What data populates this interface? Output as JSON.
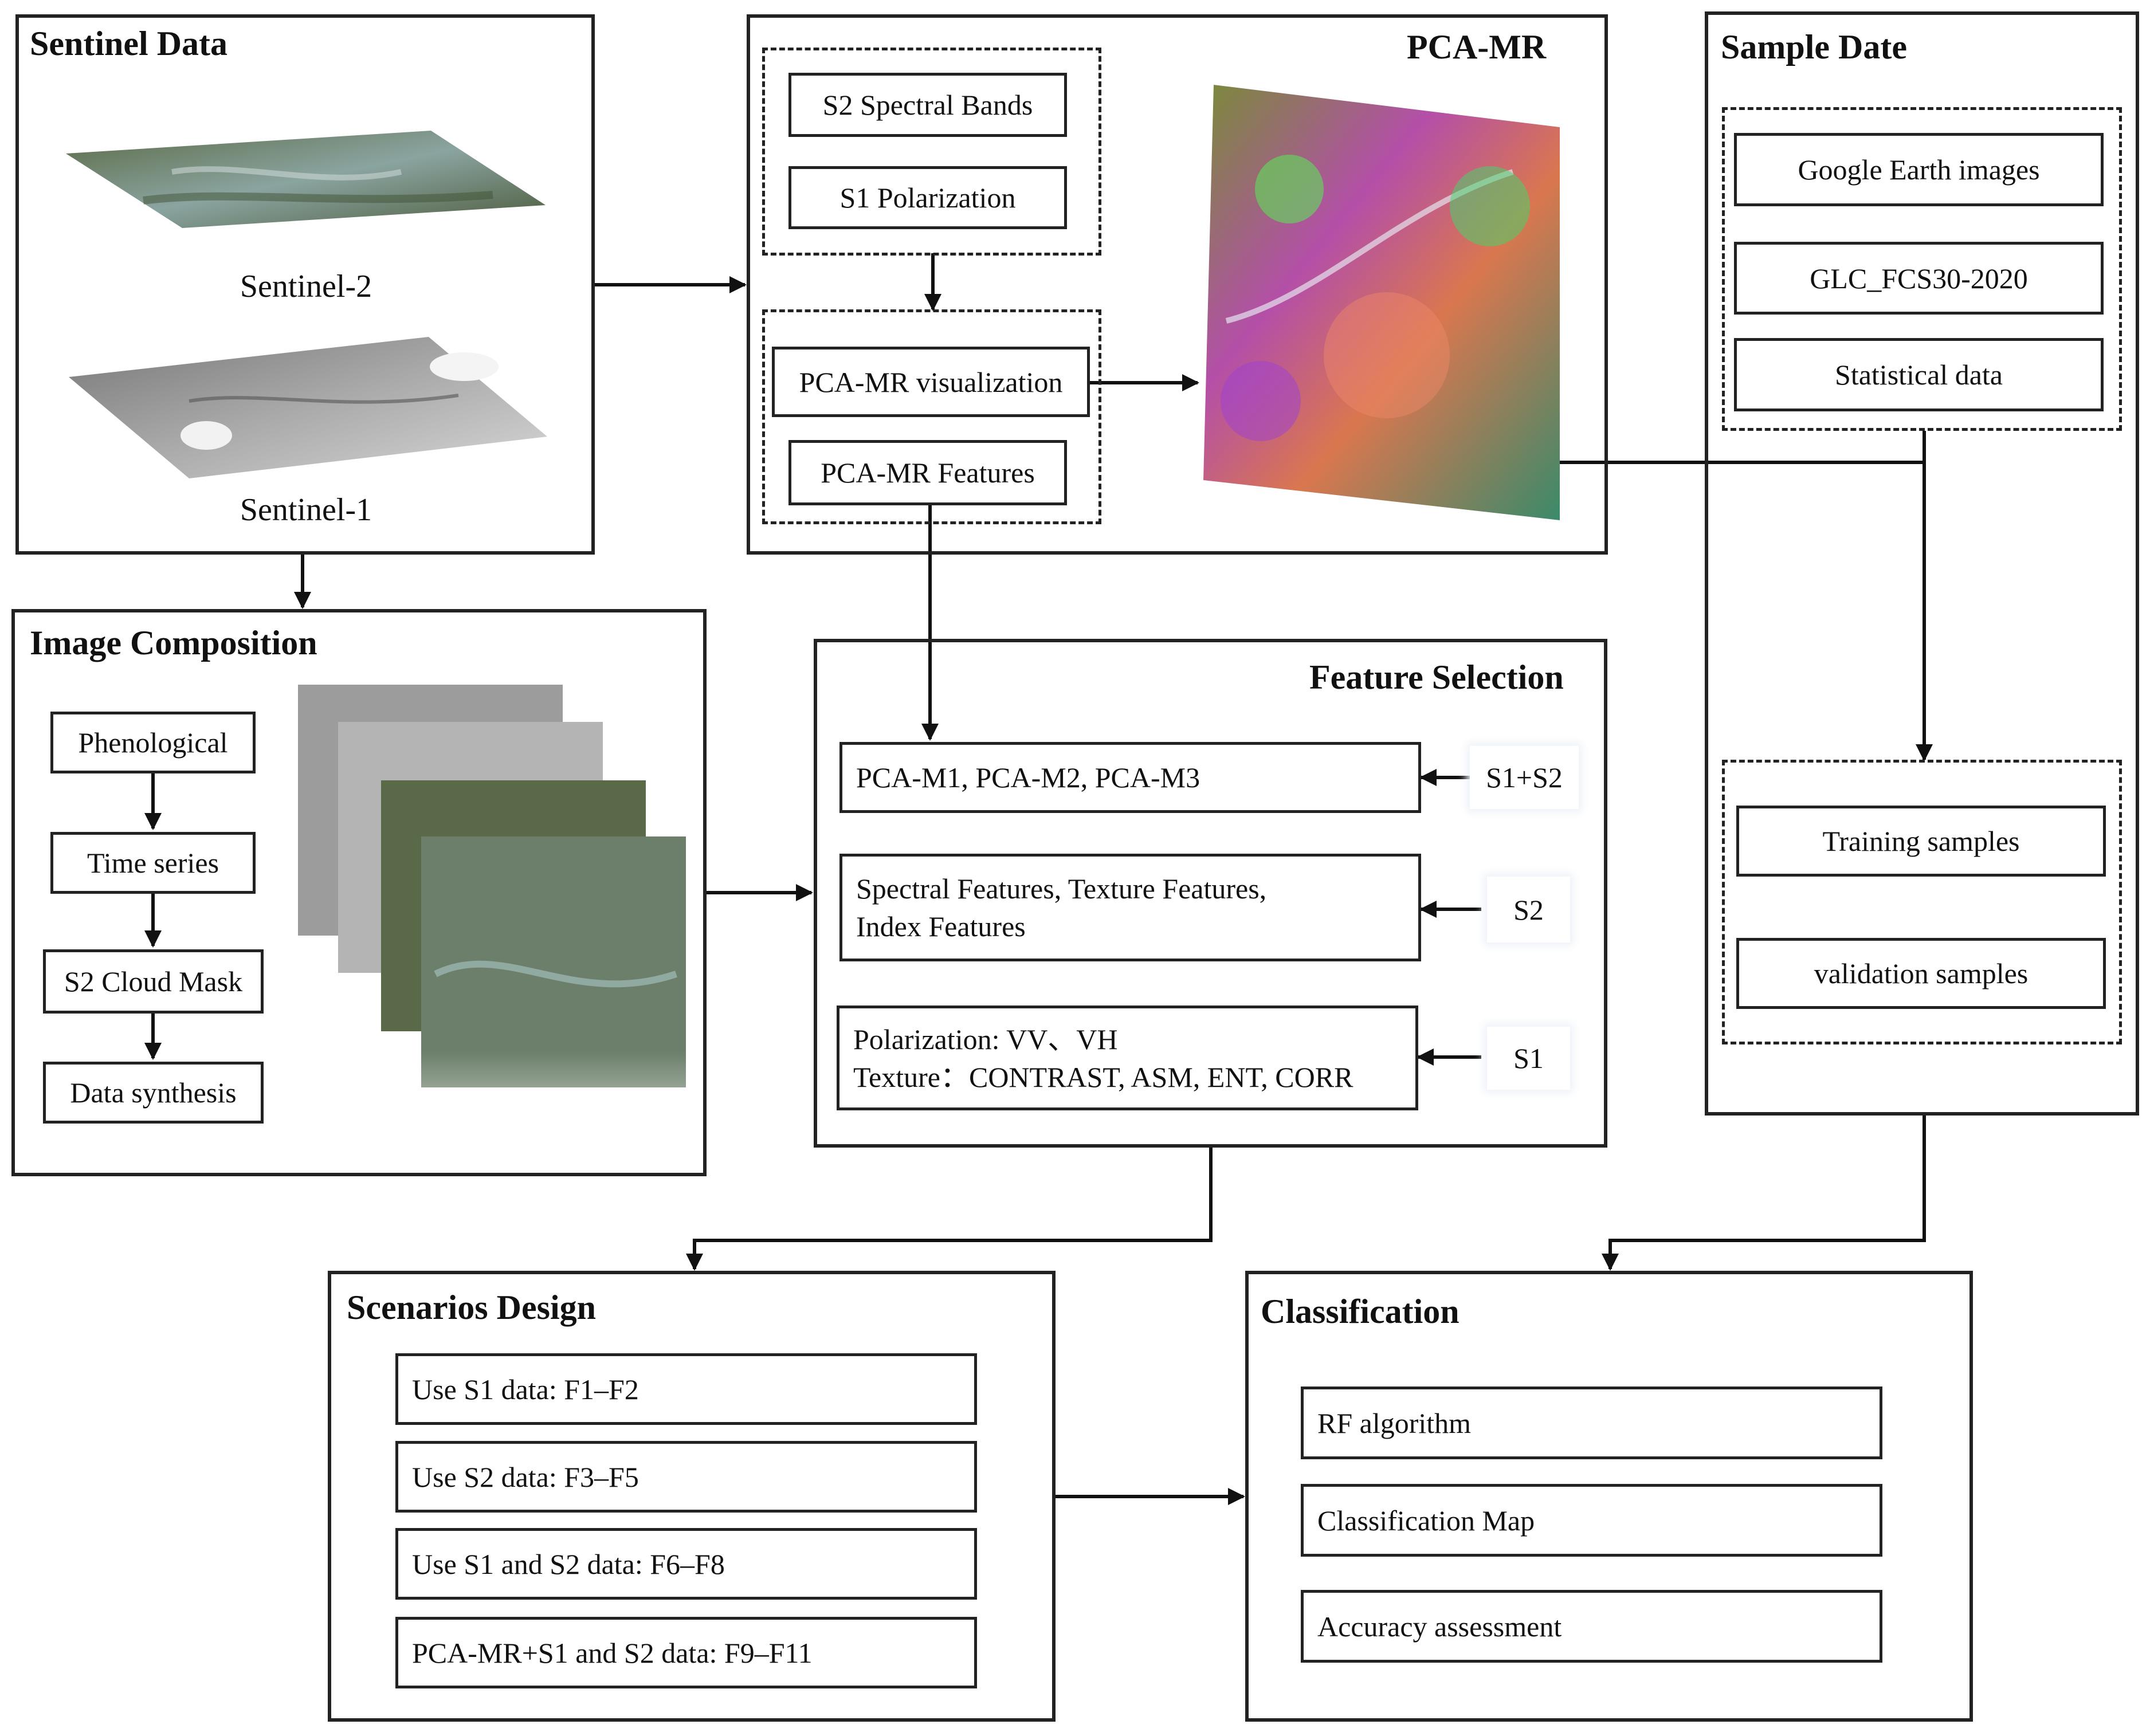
{
  "sentinel": {
    "title": "Sentinel  Data",
    "s2_label": "Sentinel-2",
    "s1_label": "Sentinel-1"
  },
  "pca": {
    "title": "PCA-MR",
    "items": [
      "S2 Spectral Bands",
      "S1 Polarization",
      "PCA-MR visualization",
      "PCA-MR Features"
    ]
  },
  "sample": {
    "title": "Sample Date",
    "sources": [
      "Google Earth images",
      "GLC_FCS30-2020",
      "Statistical data"
    ],
    "samples": [
      "Training samples",
      "validation samples"
    ]
  },
  "composition": {
    "title": "Image Composition",
    "steps": [
      "Phenological",
      "Time series",
      "S2 Cloud Mask",
      "Data synthesis"
    ]
  },
  "feature": {
    "title": "Feature Selection",
    "row1": "PCA-M1, PCA-M2, PCA-M3",
    "row2_line1": "Spectral Features, Texture Features,",
    "row2_line2": "Index Features",
    "row3_line1": "Polarization: VV、VH",
    "row3_line2": "Texture：CONTRAST, ASM, ENT, CORR",
    "tags": [
      "S1+S2",
      "S2",
      "S1"
    ]
  },
  "scenarios": {
    "title": "Scenarios Design",
    "items": [
      "Use S1 data: F1–F2",
      "Use S2 data: F3–F5",
      "Use S1 and S2 data: F6–F8",
      "PCA-MR+S1 and S2 data: F9–F11"
    ]
  },
  "classification": {
    "title": "Classification",
    "items": [
      "RF algorithm",
      "Classification Map",
      "Accuracy assessment"
    ]
  }
}
